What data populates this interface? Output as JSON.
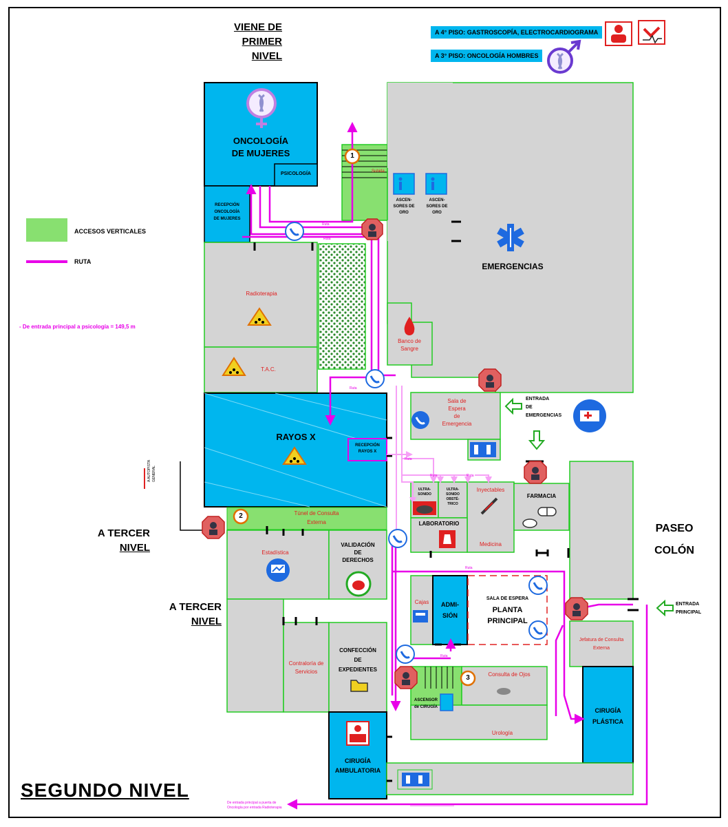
{
  "title": "SEGUNDO NIVEL",
  "top_notes": {
    "floor4": "A 4° PISO: GASTROSCOPÍA, ELECTROCARDIOGRAMA",
    "floor3": "A 3° PISO: ONCOLOGÍA HOMBRES"
  },
  "headers": {
    "viene_de": "VIENE DE",
    "primer": "PRIMER",
    "nivel": "NIVEL",
    "a_tercer_1": "A TERCER",
    "nivel_1": "NIVEL",
    "a_tercer_2": "A TERCER",
    "nivel_2": "NIVEL",
    "paseo": "PASEO",
    "colon": "COLÓN"
  },
  "legend": {
    "accesos": "ACCESOS VERTICALES",
    "ruta": "RUTA",
    "distance": "- De entrada principal a psicología = 149,5 m"
  },
  "rooms": {
    "oncologia": "ONCOLOGÍA",
    "de_mujeres": "DE MUJERES",
    "psicologia": "PSICOLOGÍA",
    "recepcion_onc_1": "RECEPCIÓN",
    "recepcion_onc_2": "ONCOLOGÍA",
    "recepcion_onc_3": "DE MUJERES",
    "radioterapia": "Radioterapia",
    "tac": "T.A.C.",
    "emergencias": "EMERGENCIAS",
    "asc_oro1_1": "ASCEN-",
    "asc_oro1_2": "SORES DE",
    "asc_oro1_3": "ORO",
    "asc_oro2_1": "ASCEN-",
    "asc_oro2_2": "SORES DE",
    "asc_oro2_3": "ORO",
    "banco_1": "Banco de",
    "banco_2": "Sangre",
    "rayos_x": "RAYOS X",
    "recepcion_rx_1": "RECEPCIÓN",
    "recepcion_rx_2": "RAYOS X",
    "sala_em_1": "Sala de",
    "sala_em_2": "Espera",
    "sala_em_3": "de",
    "sala_em_4": "Emergencia",
    "entrada_em_1": "ENTRADA",
    "entrada_em_2": "DE",
    "entrada_em_3": "EMERGENCIAS",
    "ultra1_1": "ULTRA-",
    "ultra1_2": "SONIDO",
    "ultra2_1": "ULTRA-",
    "ultra2_2": "SONIDO",
    "ultra2_3": "OBSTÉ-",
    "ultra2_4": "TRICO",
    "inyectables": "Inyectables",
    "farmacia": "FARMACIA",
    "laboratorio": "LABORATORIO",
    "medicina": "Medicina",
    "tunel_1": "Túnel de Consulta",
    "tunel_2": "Externa",
    "estadistica": "Estadística",
    "validacion_1": "VALIDACIÓN",
    "validacion_2": "DE",
    "validacion_3": "DERECHOS",
    "cajas": "Cajas",
    "admision_1": "ADMI-",
    "admision_2": "SIÓN",
    "sala_pp_1": "SALA DE ESPERA",
    "sala_pp_2": "PLANTA",
    "sala_pp_3": "PRINCIPAL",
    "contraloria_1": "Contraloría de",
    "contraloria_2": "Servicios",
    "confeccion_1": "CONFECCIÓN",
    "confeccion_2": "DE",
    "confeccion_3": "EXPEDIENTES",
    "consulta_ojos": "Consulta de Ojos",
    "asc_cirugia_1": "ASCENSOR",
    "asc_cirugia_2": "de CIRUGÍA",
    "urologia": "Urología",
    "jefatura_1": "Jefatura de Consulta",
    "jefatura_2": "Externa",
    "cirugia_plastica_1": "CIRUGÍA",
    "cirugia_plastica_2": "PLÁSTICA",
    "cirugia_amb_1": "CIRUGÍA",
    "cirugia_amb_2": "AMBULATORIA",
    "entrada_pp_1": "ENTRADA",
    "entrada_pp_2": "PRINCIPAL",
    "a_autopista_1": "A AUTOPISTA",
    "a_autopista_2": "GENERAL",
    "subida": "Subida",
    "bottom_note_1": "De entrada principal a puerta de",
    "bottom_note_2": "Oncología por entrada Radioterapia"
  },
  "stairs": [
    "1",
    "2",
    "3"
  ],
  "colors": {
    "blue_room": "#00b6ee",
    "gray_room": "#d4d4d4",
    "green_access": "#88e070",
    "route": "#e800e8",
    "wall_green": "#22cc22",
    "red_label": "#e02020"
  },
  "icons": [
    "female-cancer-icon",
    "male-cancer-icon",
    "star-of-life-icon",
    "radiation-icon",
    "blood-drop-icon",
    "phone-icon",
    "elevator-icon",
    "security-guard-icon",
    "ambulance-icon",
    "exit-arrow-icon",
    "pill-icon",
    "syringe-icon",
    "lab-icon",
    "money-icon",
    "folder-icon",
    "computer-icon",
    "patient-icon",
    "heart-monitor-icon",
    "eye-icon"
  ]
}
